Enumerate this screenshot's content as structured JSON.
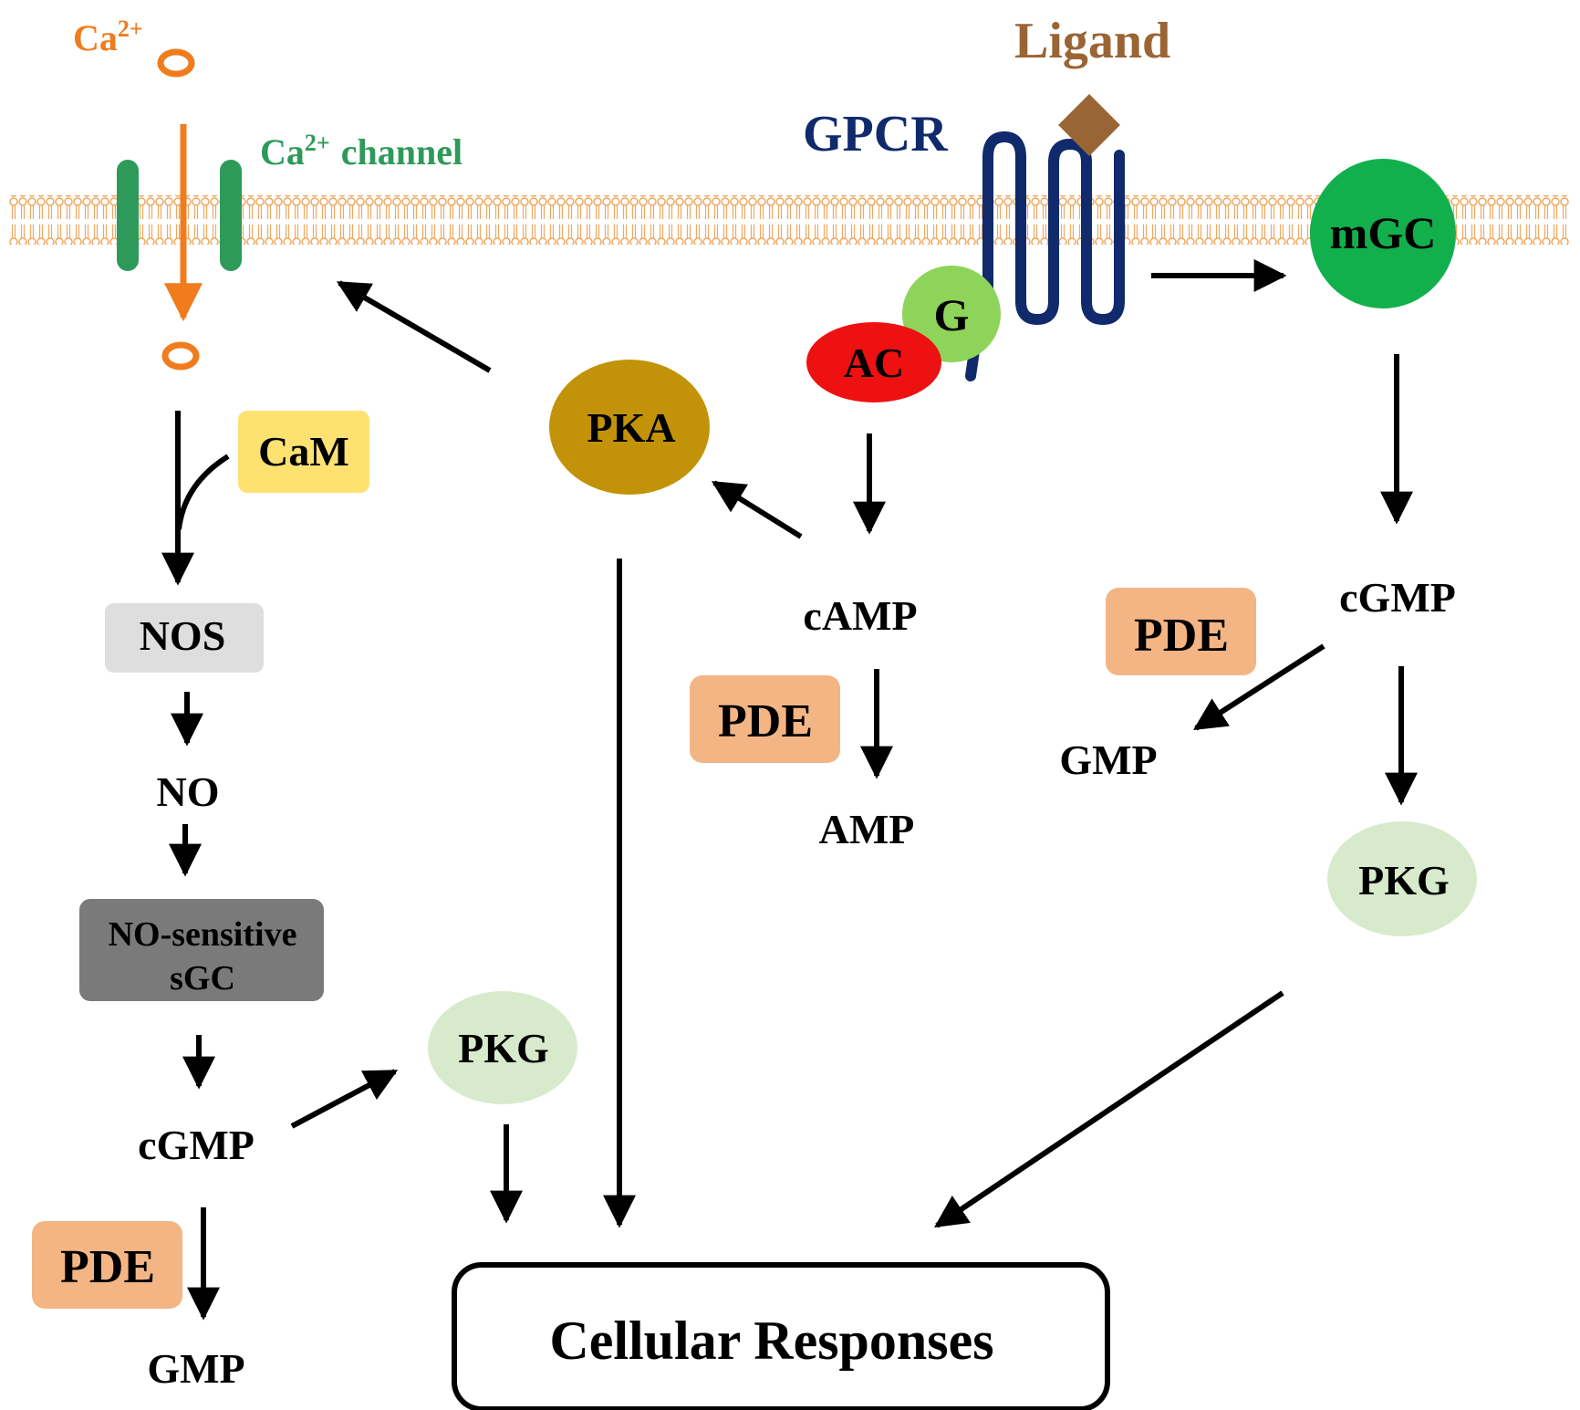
{
  "labels": {
    "ca_ion": "Ca",
    "ca_ion_sup": "2+",
    "ca_channel": "Ca",
    "ca_channel_sup": "2+",
    "ca_channel_word": "channel",
    "ligand": "Ligand",
    "gpcr": "GPCR",
    "g_protein": "G",
    "ac": "AC",
    "mgc": "mGC",
    "pka": "PKA",
    "cam": "CaM",
    "nos": "NOS",
    "no": "NO",
    "sgc_line1": "NO-sensitive",
    "sgc_line2": "sGC",
    "cgmp_left": "cGMP",
    "pkg_left": "PKG",
    "pde_left": "PDE",
    "gmp_left": "GMP",
    "camp": "cAMP",
    "pde_mid": "PDE",
    "amp": "AMP",
    "cgmp_right": "cGMP",
    "pde_right": "PDE",
    "gmp_right": "GMP",
    "pkg_right": "PKG",
    "cellular_responses": "Cellular Responses"
  },
  "colors": {
    "calcium": "#f07c1e",
    "channel": "#2e9a5a",
    "membrane": "#f0a860",
    "gpcr": "#102a6b",
    "ligand": "#9a6535",
    "g_protein": "#8fd45a",
    "ac": "#ee1111",
    "mgc": "#12b04c",
    "pka": "#c29308",
    "cam": "#fde272",
    "nos": "#dedede",
    "sgc": "#7a7a7a",
    "pkg": "#d7ebcc",
    "pde": "#f4b585",
    "arrow": "#000000"
  }
}
